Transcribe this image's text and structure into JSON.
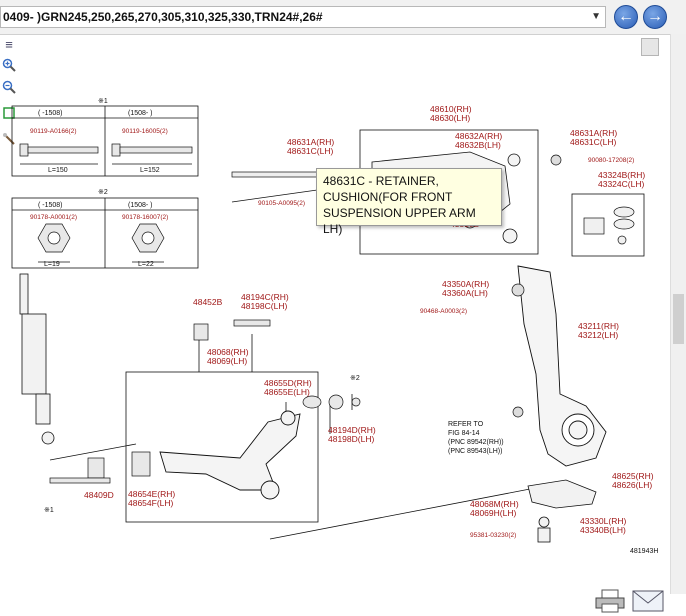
{
  "toolbar": {
    "model_label": "0409- )GRN245,250,265,270,305,310,325,330,TRN24#,26#"
  },
  "tooltip": {
    "line1": "48631C - RETAINER,",
    "line2": "CUSHION(FOR FRONT",
    "line3": "SUSPENSION UPPER ARM LH)"
  },
  "table1": {
    "mark": "※1",
    "col1": "( -1508)",
    "col2": "(1508- )",
    "part1": "90119-A0166(2)",
    "part2": "90119-16005(2)",
    "len1": "L=150",
    "len2": "L=152"
  },
  "table2": {
    "mark": "※2",
    "col1": "( -1508)",
    "col2": "(1508- )",
    "part1": "90178-A0001(2)",
    "part2": "90178-16007(2)",
    "len1": "L=19",
    "len2": "L=22"
  },
  "labels": {
    "p48610": "48610(RH)",
    "p48630": "48630(LH)",
    "p48632a": "48632A(RH)",
    "p48632b": "48632B(LH)",
    "p48631a_l": "48631A(RH)",
    "p48631c_l": "48631C(LH)",
    "p48631a_r": "48631A(RH)",
    "p48631c_r": "48631C(LH)",
    "p90080": "90080-17208(2)",
    "p43324b": "43324B(RH)",
    "p43324c": "43324C(LH)",
    "p90105": "90105-A0095(2)",
    "p43510": "43510B",
    "p43350a": "43350A(RH)",
    "p43360a": "43360A(LH)",
    "p90468": "90468-A0003(2)",
    "p43211": "43211(RH)",
    "p43212": "43212(LH)",
    "p48452b": "48452B",
    "p48194c": "48194C(RH)",
    "p48198c": "48198C(LH)",
    "p48068": "48068(RH)",
    "p48069": "48069(LH)",
    "p48655d": "48655D(RH)",
    "p48655e": "48655E(LH)",
    "mark2": "※2",
    "p48194d": "48194D(RH)",
    "p48198d": "48198D(LH)",
    "refer1": "REFER TO",
    "refer2": "FIG 84-14",
    "refer3": "(PNC 89542(RH))",
    "refer4": "(PNC 89543(LH))",
    "p48409d": "48409D",
    "mark1": "※1",
    "p48654e": "48654E(RH)",
    "p48654f": "48654F(LH)",
    "p48625": "48625(RH)",
    "p48626": "48626(LH)",
    "p48068m": "48068M(RH)",
    "p48069h": "48069H(LH)",
    "p43330l": "43330L(RH)",
    "p43340b": "43340B(LH)",
    "p95381": "95381-03230(2)",
    "figure_id": "481943H"
  },
  "colors": {
    "part_number": "#a01818",
    "tooltip_bg": "#ffffe1",
    "nav_button": "#2a5db5"
  },
  "icons": [
    "back-arrow-icon",
    "forward-arrow-icon",
    "zoom-in-icon",
    "zoom-out-icon",
    "fit-icon",
    "print-icon",
    "mail-icon"
  ]
}
